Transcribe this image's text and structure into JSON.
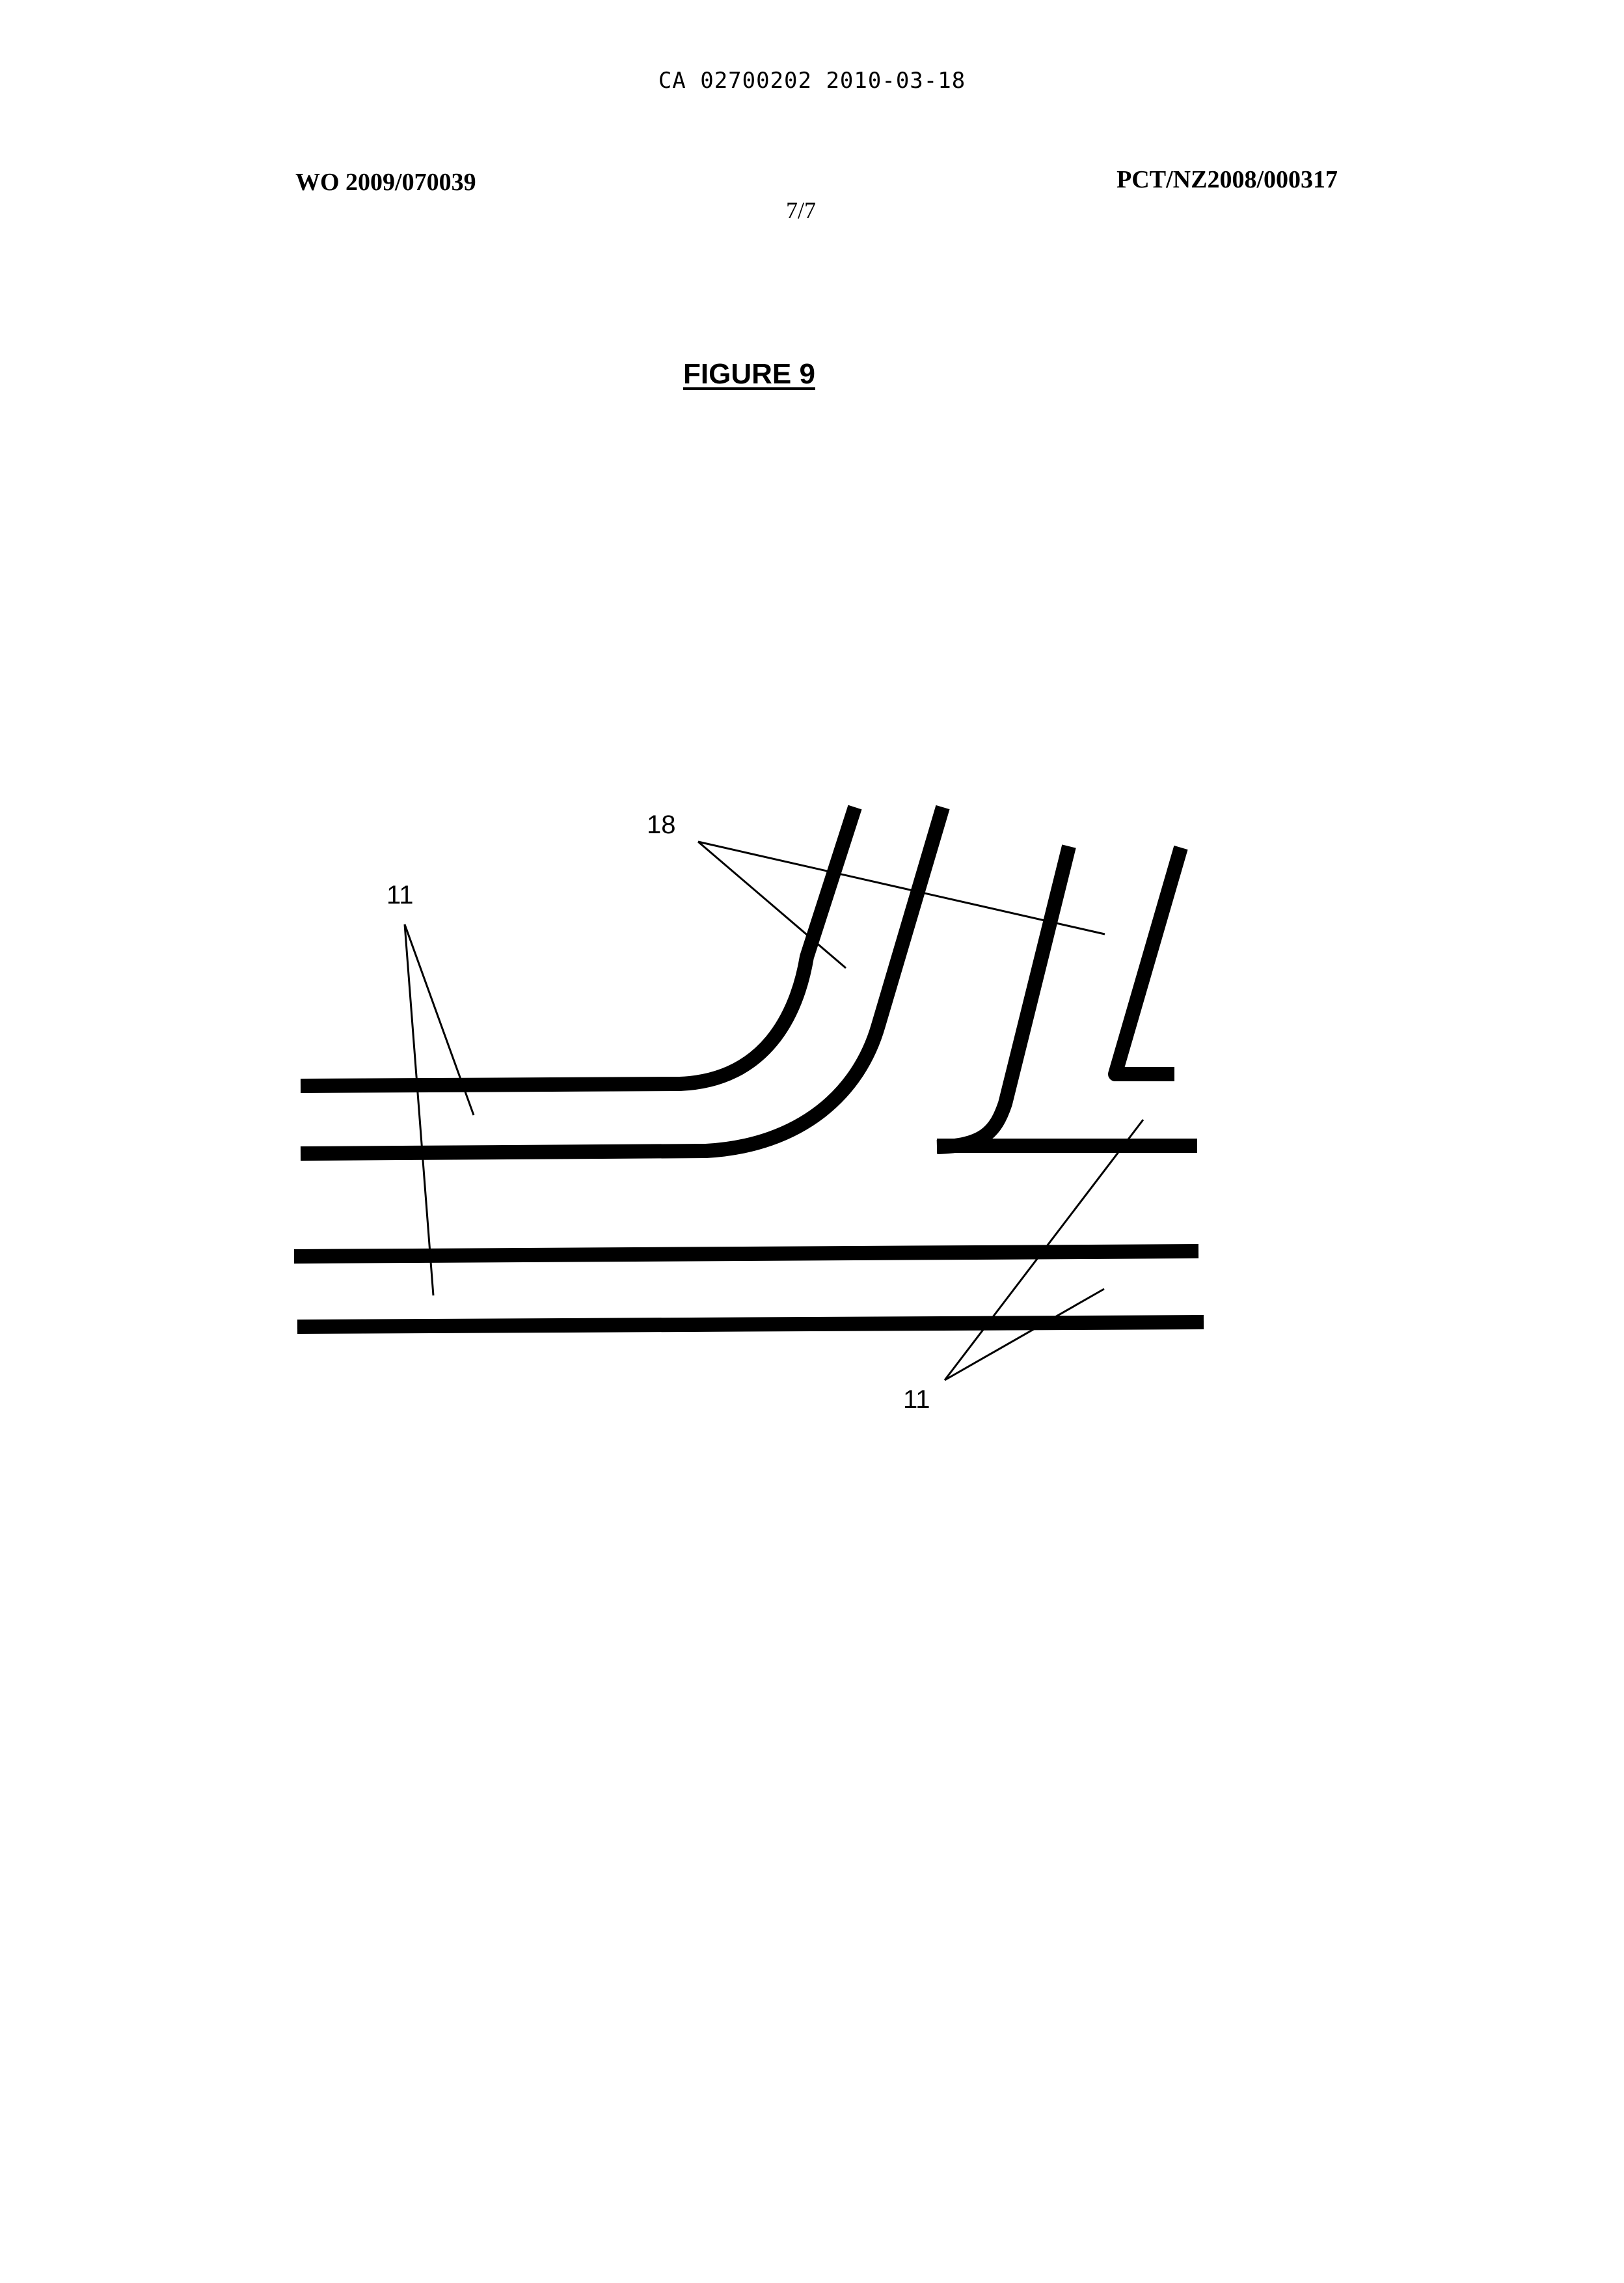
{
  "header": {
    "ca_number": "CA 02700202 2010-03-18",
    "publication_number": "WO 2009/070039",
    "application_number": "PCT/NZ2008/000317",
    "sheet": "7/7"
  },
  "figure": {
    "title": "FIGURE 9",
    "reference_numerals": {
      "r18": "18",
      "r11_left": "11",
      "r11_right": "11"
    }
  }
}
